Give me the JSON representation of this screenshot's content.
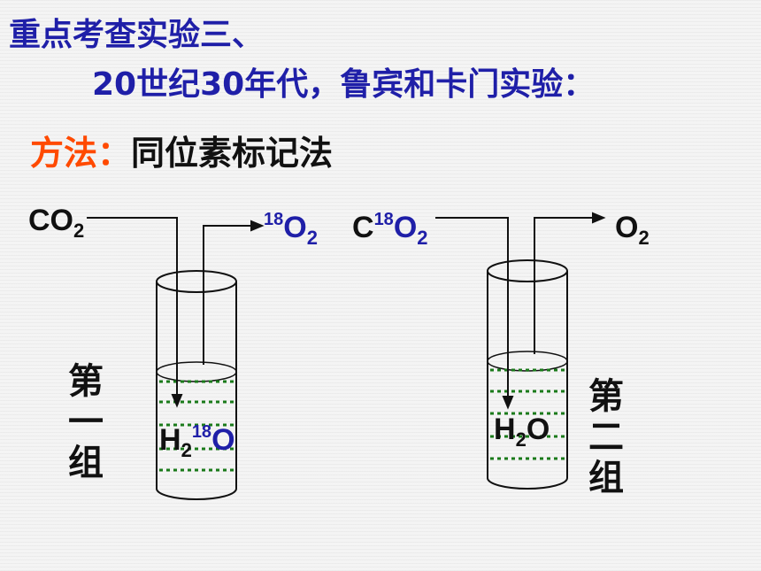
{
  "title": {
    "line1": "重点考查实验三、",
    "line2": "20世纪30年代，鲁宾和卡门实验："
  },
  "method": {
    "label": "方法：",
    "value": "同位素标记法"
  },
  "group1": {
    "input": {
      "base": "CO",
      "sub": "2"
    },
    "output": {
      "sup": "18",
      "base": "O",
      "sub": "2"
    },
    "water": {
      "base": "H",
      "sub": "2",
      "sup": "18",
      "tail": "O"
    },
    "label": [
      "第",
      "一",
      "组"
    ]
  },
  "group2": {
    "input": {
      "pre": "C",
      "sup": "18",
      "base": "O",
      "sub": "2"
    },
    "output": {
      "base": "O",
      "sub": "2"
    },
    "water": {
      "base": "H",
      "sub": "2",
      "tail": "O"
    },
    "label": [
      "第",
      "二",
      "组"
    ]
  },
  "colors": {
    "title": "#1f1fa8",
    "label_accent": "#ff4a00",
    "isotope": "#1f1fa8",
    "water_level": "#1a7a1a",
    "text": "#111111"
  }
}
